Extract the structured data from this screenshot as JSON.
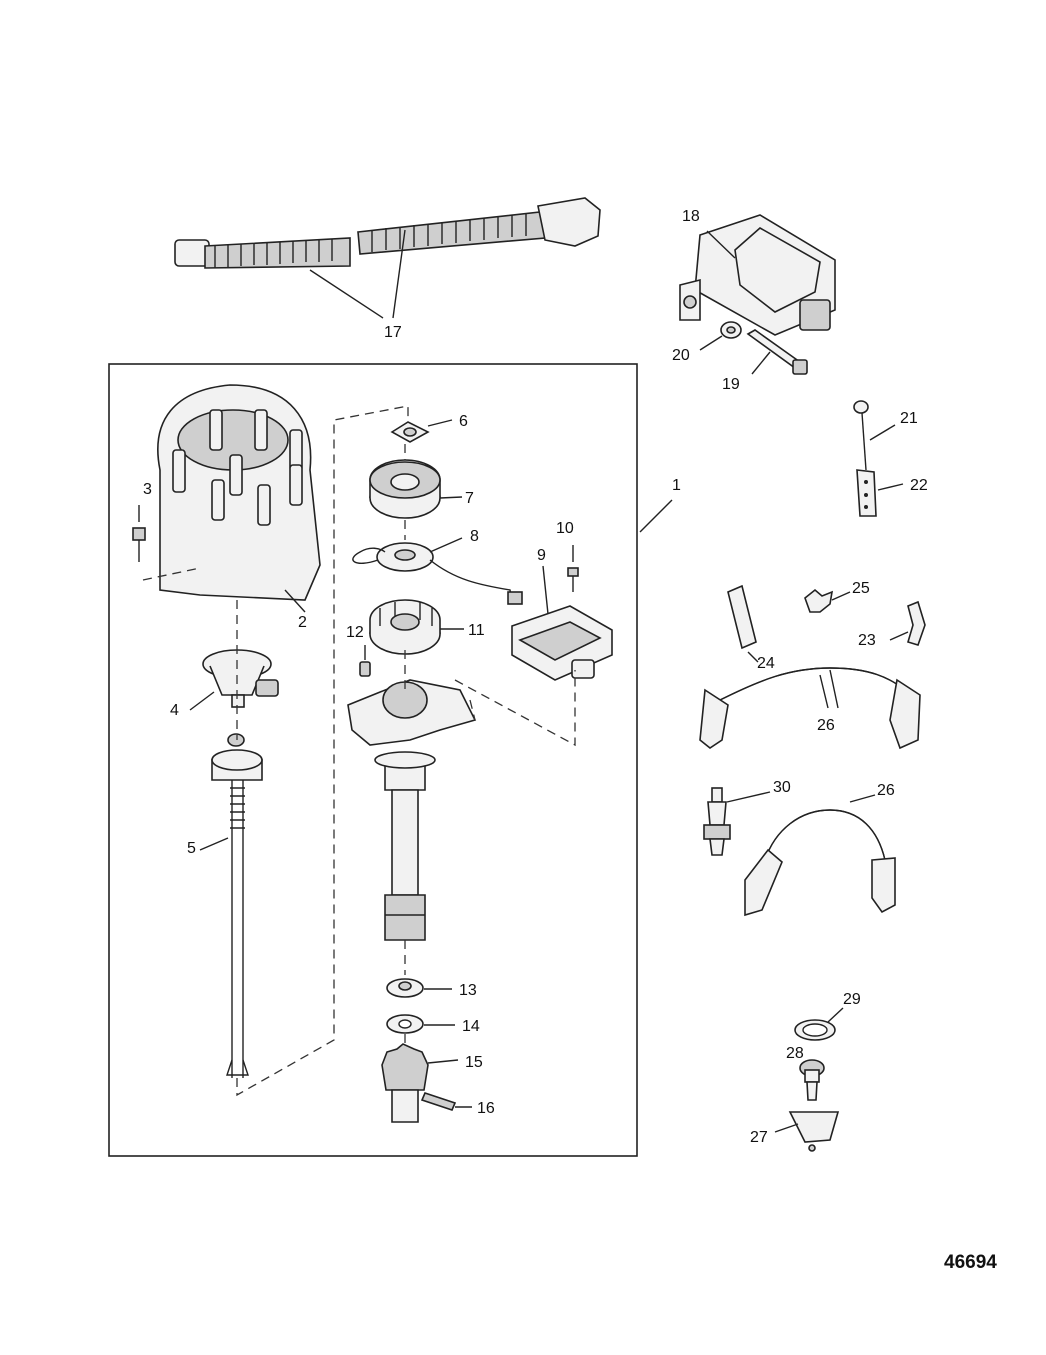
{
  "labels": {
    "l1": "1",
    "l2": "2",
    "l3": "3",
    "l4": "4",
    "l5": "5",
    "l6": "6",
    "l7": "7",
    "l8": "8",
    "l9": "9",
    "l10": "10",
    "l11": "11",
    "l12": "12",
    "l13": "13",
    "l14": "14",
    "l15": "15",
    "l16": "16",
    "l17": "17",
    "l18": "18",
    "l19": "19",
    "l20": "20",
    "l21": "21",
    "l22": "22",
    "l23": "23",
    "l24": "24",
    "l25": "25",
    "l26a": "26",
    "l26b": "26",
    "l27": "27",
    "l28": "28",
    "l29": "29",
    "l30": "30"
  },
  "figure_number": "46694"
}
